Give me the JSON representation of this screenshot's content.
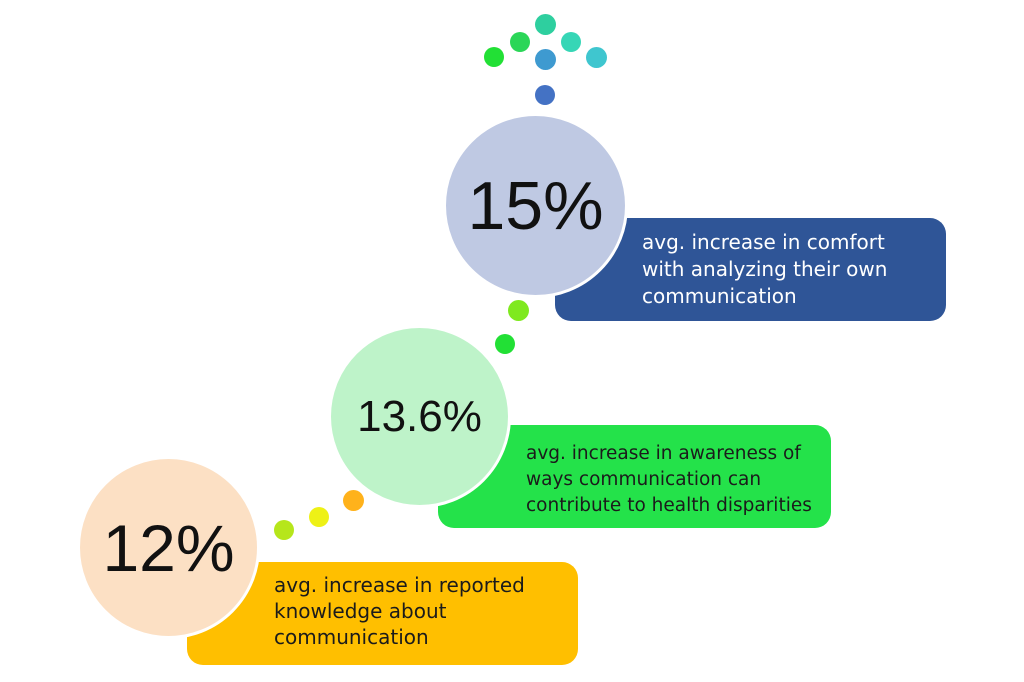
{
  "steps": [
    {
      "value": "12%",
      "description": "avg. increase in reported\nknowledge about\ncommunication",
      "circle_color": "#FCE0C4",
      "box_color": "#FFBF00"
    },
    {
      "value": "13.6%",
      "description": "avg. increase in awareness of\nways  communication can\ncontribute to health disparities",
      "circle_color": "#BEF3C9",
      "box_color": "#24E24A"
    },
    {
      "value": "15%",
      "description": "avg. increase in comfort\nwith analyzing their own\ncommunication",
      "circle_color": "#BFC9E3",
      "box_color": "#2F5597"
    }
  ],
  "connector_dots": {
    "lower_path": [
      "#B6E61B",
      "#EEF116",
      "#FFB21B"
    ],
    "middle_path": [
      "#22E035",
      "#7FE91F"
    ]
  },
  "arrow_dots": {
    "stem": [
      "#4472C4",
      "#3E9AD0",
      "#2ECF9F"
    ],
    "left_arm": [
      "#2BD658",
      "#22E035"
    ],
    "right_arm": [
      "#36D6B6",
      "#3FC6CF"
    ]
  }
}
